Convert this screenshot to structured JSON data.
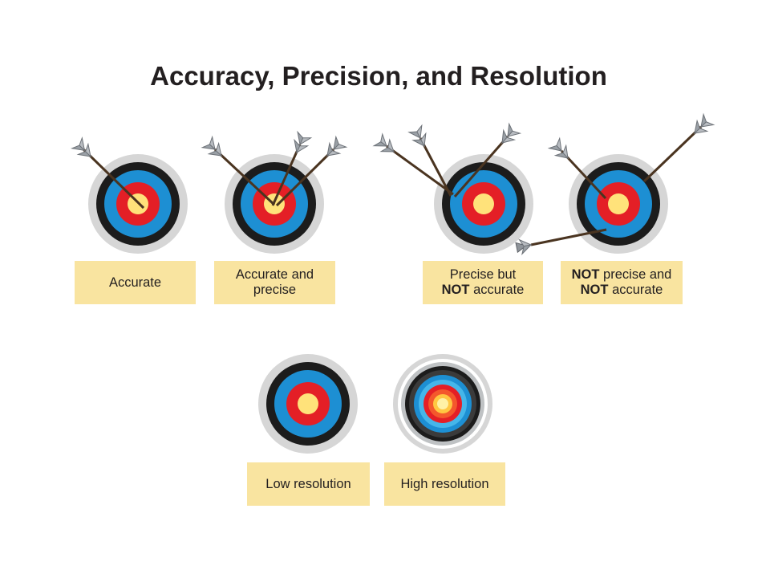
{
  "title": "Accuracy, Precision, and Resolution",
  "targets": [
    {
      "id": "accurate",
      "caption": [
        [
          {
            "text": "Accurate"
          }
        ]
      ]
    },
    {
      "id": "accurate-precise",
      "caption": [
        [
          {
            "text": "Accurate and"
          }
        ],
        [
          {
            "text": "precise"
          }
        ]
      ]
    },
    {
      "id": "precise-not-accurate",
      "caption": [
        [
          {
            "text": "Precise but"
          }
        ],
        [
          {
            "text": "NOT",
            "bold": true
          },
          {
            "text": " accurate"
          }
        ]
      ]
    },
    {
      "id": "not-precise-not-accurate",
      "caption": [
        [
          {
            "text": "NOT",
            "bold": true
          },
          {
            "text": " precise and"
          }
        ],
        [
          {
            "text": "NOT",
            "bold": true
          },
          {
            "text": " accurate"
          }
        ]
      ]
    },
    {
      "id": "low-resolution",
      "caption": [
        [
          {
            "text": "Low resolution"
          }
        ]
      ]
    },
    {
      "id": "high-resolution",
      "caption": [
        [
          {
            "text": "High resolution"
          }
        ]
      ]
    }
  ],
  "colors": {
    "outer_ring": "#d6d6d6",
    "black_ring": "#1c1c1c",
    "blue_ring": "#1d8fd3",
    "red_ring": "#e41f26",
    "gold": "#ffe27a",
    "arrow_shaft": "#4a3420",
    "fletching": "#9aa0a6",
    "caption_bg": "#f9e4a0"
  }
}
